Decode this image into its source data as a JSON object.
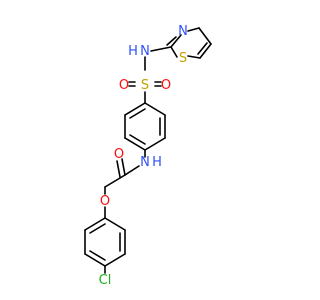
{
  "atom_labels": {
    "n_thiazole": "N",
    "h_sulfonamide": "H",
    "n_sulfonamide": "N",
    "s_thiazole": "S",
    "s_sulfonyl": "S",
    "o_sulfonyl_left": "O",
    "o_sulfonyl_right": "O",
    "o_carbonyl": "O",
    "n_amide": "N",
    "h_amide": "H",
    "o_ether": "O",
    "cl": "Cl"
  },
  "colors": {
    "bond": "#000000",
    "nitrogen": "#3050F8",
    "sulfur": "#C8A000",
    "oxygen": "#FF0D0D",
    "chlorine": "#1FAF1F"
  }
}
